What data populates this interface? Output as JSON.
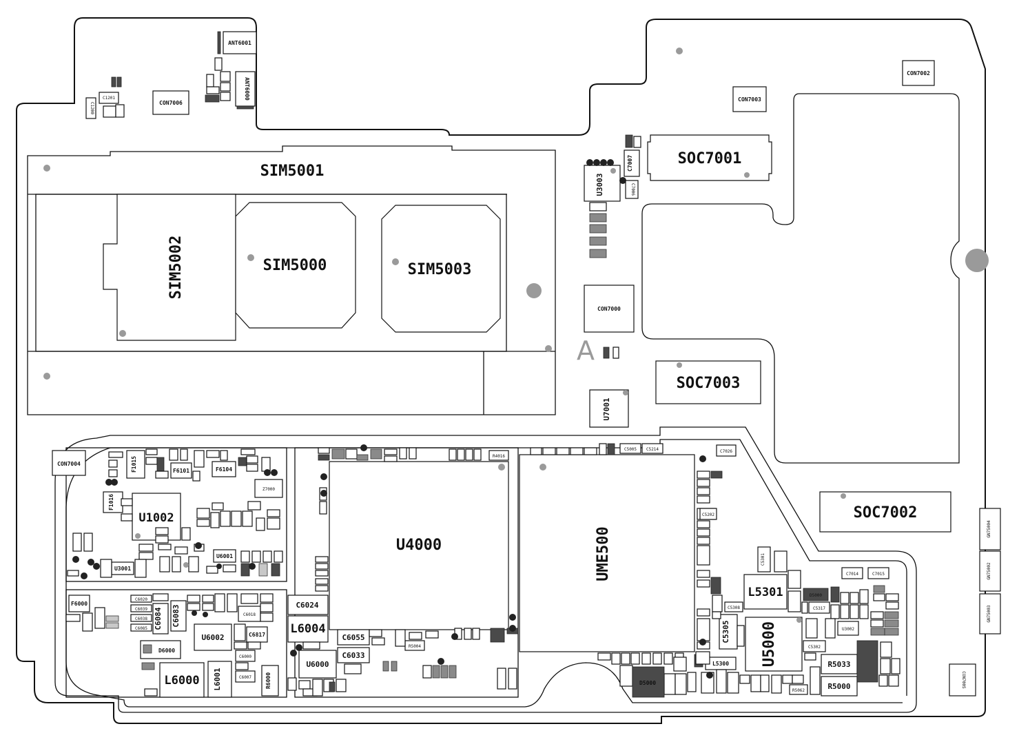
{
  "board": {
    "reference_marker": "A",
    "big_labels": {
      "sim5001": "SIM5001",
      "sim5002": "SIM5002",
      "sim5000": "SIM5000",
      "sim5003": "SIM5003",
      "soc7001": "SOC7001",
      "soc7003": "SOC7003",
      "soc7002": "SOC7002",
      "u4000": "U4000",
      "ume500": "UME500",
      "u1002": "U1002",
      "u5000": "U5000",
      "l5301": "L5301",
      "l6000": "L6000",
      "l6004": "L6004",
      "l6001": "L6001",
      "u6002": "U6002",
      "u6000": "U6000",
      "r5033": "R5033",
      "r5000": "R5000",
      "d5000": "D5000",
      "d6000": "D6000"
    },
    "mid_labels": {
      "ant6001": "ANT6001",
      "ant6000": "ANT6000",
      "con7006": "CON7006",
      "con7003": "CON7003",
      "con7002": "CON7002",
      "con7000": "CON7000",
      "con7004": "CON7004",
      "con7005": "CON7005",
      "c1201": "C1201",
      "c1200": "C1200",
      "u3003": "U3003",
      "c7007": "C7007",
      "c7006": "C7006",
      "u7001": "U7001",
      "gn7500_4": "GN75004",
      "gn7500_2": "GN75002",
      "gn7500_3": "GN75003",
      "c6024": "C6024",
      "c6055": "C6055",
      "c6033": "C6033",
      "c6083": "C6083",
      "c6084": "C6084",
      "c6817": "C6817",
      "c5305": "C5305",
      "l5300": "L5300",
      "f6000": "F6000",
      "f1015": "F1015",
      "f1016": "F1016",
      "f6101": "F6101",
      "f6104": "F6104",
      "u6001": "U6001",
      "u3001": "U3001",
      "u3002": "U3002",
      "r5004": "R5004",
      "r6000": "R6000",
      "r4016": "R4016",
      "c5005": "C5005",
      "c5214": "C5214",
      "c7026": "C7026",
      "c5202": "C5202",
      "c7014": "C7014",
      "c7015": "C7015",
      "c5317": "C5317",
      "c5302": "C5302",
      "c5308": "C5308",
      "c6018": "C6018",
      "z7000": "Z7000",
      "c5301": "C5301",
      "c6020": "C6020",
      "c6039": "C6039",
      "c6038": "C6038",
      "c6085": "C6085",
      "c6007": "C6007",
      "c6000": "C6000",
      "r5062": "R5062"
    }
  }
}
